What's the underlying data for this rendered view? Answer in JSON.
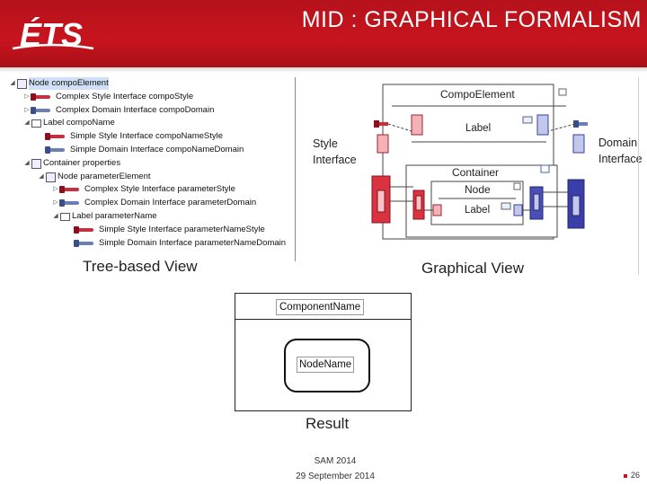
{
  "header": {
    "title": "MID : GRAPHICAL FORMALISM",
    "logo_text": "ÉTS",
    "brand_color": "#c8141e"
  },
  "tree": {
    "items": [
      {
        "label": "Node compoElement",
        "icon": "node-box-icon",
        "level": 0,
        "expanded": true
      },
      {
        "label": "Complex Style Interface compoStyle",
        "icon": "style-interface-icon",
        "level": 1,
        "expanded": false
      },
      {
        "label": "Complex Domain Interface compoDomain",
        "icon": "domain-interface-icon",
        "level": 1,
        "expanded": false
      },
      {
        "label": "Label compoName",
        "icon": "label-box-icon",
        "level": 1,
        "expanded": true
      },
      {
        "label": "Simple Style Interface compoNameStyle",
        "icon": "style-interface-icon",
        "level": 2,
        "expanded": null
      },
      {
        "label": "Simple Domain Interface compoNameDomain",
        "icon": "domain-interface-icon",
        "level": 2,
        "expanded": null
      },
      {
        "label": "Container properties",
        "icon": "container-icon",
        "level": 1,
        "expanded": true
      },
      {
        "label": "Node parameterElement",
        "icon": "node-box-icon",
        "level": 2,
        "expanded": true
      },
      {
        "label": "Complex Style Interface parameterStyle",
        "icon": "style-interface-icon",
        "level": 3,
        "expanded": false
      },
      {
        "label": "Complex Domain Interface parameterDomain",
        "icon": "domain-interface-icon",
        "level": 3,
        "expanded": false
      },
      {
        "label": "Label parameterName",
        "icon": "label-box-icon",
        "level": 3,
        "expanded": true
      },
      {
        "label": "Simple Style Interface parameterNameStyle",
        "icon": "style-interface-icon",
        "level": 4,
        "expanded": null
      },
      {
        "label": "Simple Domain Interface parameterNameDomain",
        "icon": "domain-interface-icon",
        "level": 4,
        "expanded": null
      }
    ],
    "caption": "Tree-based View"
  },
  "graphical": {
    "compo_element": "CompoElement",
    "label_top": "Label",
    "container": "Container",
    "node": "Node",
    "label_inner": "Label",
    "style_interface": [
      "Style",
      "Interface"
    ],
    "domain_interface": [
      "Domain",
      "Interface"
    ],
    "caption": "Graphical View",
    "style_color": "#d9333f",
    "domain_color": "#3a3fa8"
  },
  "result": {
    "component_name": "ComponentName",
    "node_name": "NodeName",
    "caption": "Result"
  },
  "footer": {
    "line1": "SAM 2014",
    "line2": "29 September 2014",
    "page": "26"
  }
}
